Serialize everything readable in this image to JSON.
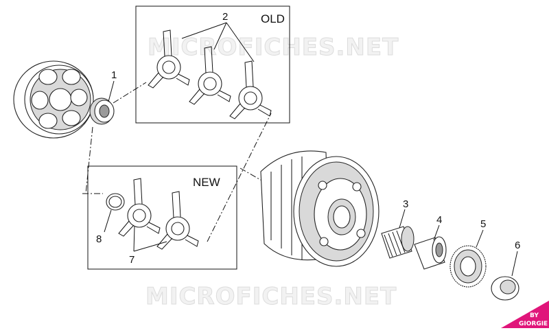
{
  "watermarks": [
    "MICROFICHES.NET",
    "MICROFICHES.NET"
  ],
  "boxes": {
    "old": "OLD",
    "new": "NEW"
  },
  "callouts": [
    "1",
    "2",
    "3",
    "4",
    "5",
    "6",
    "7",
    "8"
  ],
  "brand": {
    "line1": "BY",
    "line2": "GIORGIE",
    "color": "#e0157a"
  },
  "colors": {
    "line": "#111111",
    "shade": "#d9d9d9",
    "watermark": "#f2f2f2"
  }
}
